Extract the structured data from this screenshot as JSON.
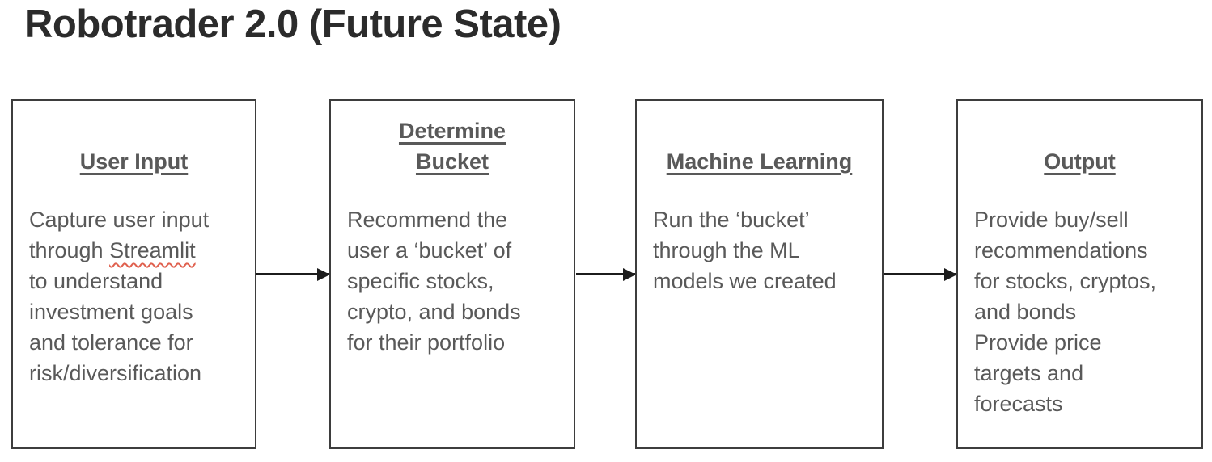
{
  "title": "Robotrader 2.0 (Future State)",
  "colors": {
    "title_text": "#2b2b2b",
    "box_border": "#3d3d3d",
    "heading_text": "#595959",
    "body_text": "#595959",
    "arrow": "#1c1c1c",
    "spellcheck_underline": "#e0614f"
  },
  "steps": [
    {
      "heading": "User Input",
      "body_segments": {
        "before": "Capture user input\nthrough ",
        "misspelled": "Streamlit",
        "after": "\nto understand\ninvestment goals\nand tolerance for\nrisk/diversification"
      }
    },
    {
      "heading": "Determine\nBucket",
      "body": "Recommend the\nuser a ‘bucket’ of\nspecific stocks,\ncrypto, and bonds\nfor their portfolio"
    },
    {
      "heading": "Machine Learning",
      "body": "Run the ‘bucket’\nthrough the ML\nmodels we created"
    },
    {
      "heading": "Output",
      "body": "Provide buy/sell\nrecommendations\nfor stocks, cryptos,\nand bonds\nProvide price\ntargets and\nforecasts"
    }
  ],
  "connectors": [
    {
      "type": "arrow-right"
    },
    {
      "type": "arrow-right"
    },
    {
      "type": "arrow-right"
    }
  ]
}
